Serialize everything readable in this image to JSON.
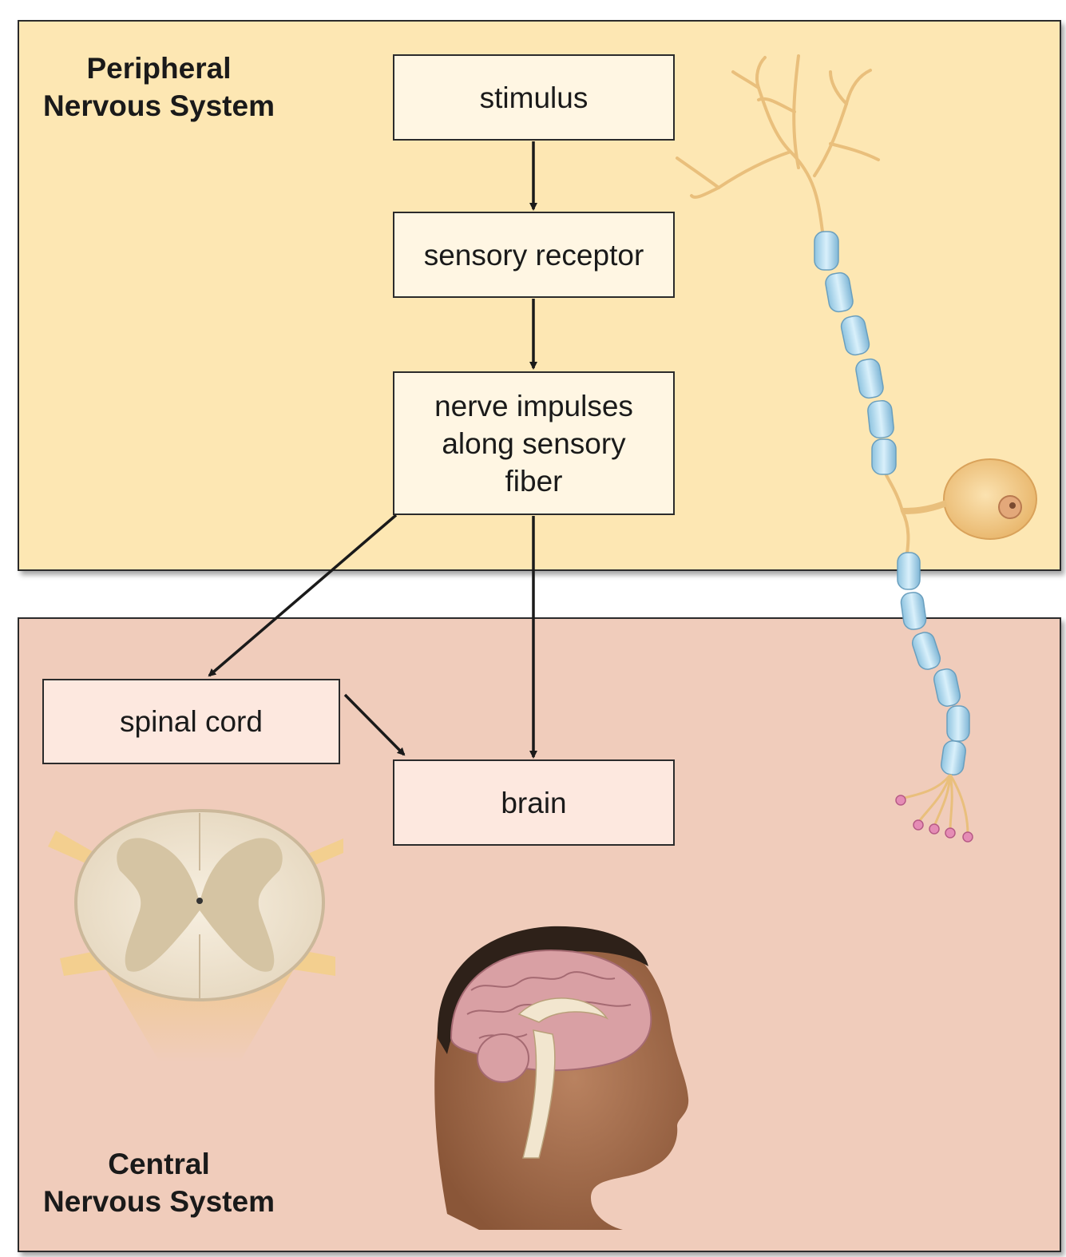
{
  "regions": {
    "peripheral": {
      "title": "Peripheral\nNervous System",
      "color": "#fde7b3"
    },
    "central": {
      "title": "Central\nNervous System",
      "color": "#f0ccbb"
    }
  },
  "boxes": {
    "stimulus": "stimulus",
    "sensory_receptor": "sensory receptor",
    "nerve_impulses": "nerve impulses\nalong sensory\nfiber",
    "spinal_cord": "spinal cord",
    "brain": "brain"
  },
  "flow": [
    {
      "from": "stimulus",
      "to": "sensory receptor"
    },
    {
      "from": "sensory receptor",
      "to": "nerve impulses along sensory fiber"
    },
    {
      "from": "nerve impulses along sensory fiber",
      "to": "spinal cord"
    },
    {
      "from": "nerve impulses along sensory fiber",
      "to": "brain"
    },
    {
      "from": "spinal cord",
      "to": "brain"
    }
  ],
  "illustrations": [
    "sensory-neuron-illustration",
    "spinal-cord-cross-section-illustration",
    "head-brain-sagittal-illustration"
  ]
}
